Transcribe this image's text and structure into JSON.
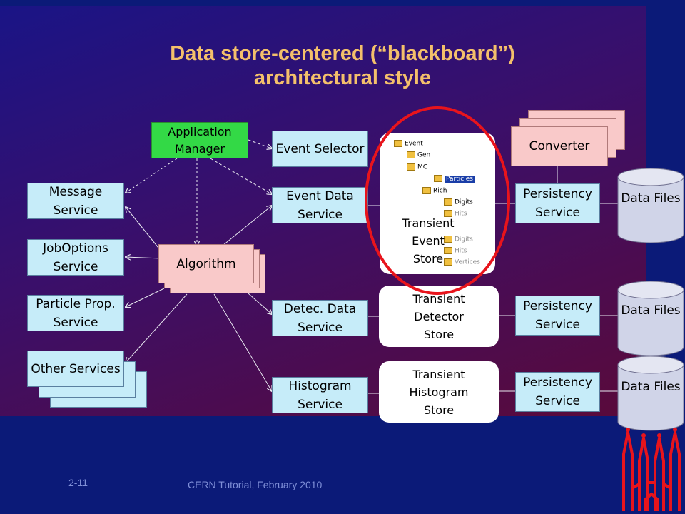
{
  "title": {
    "line1": "Data store-centered  (“blackboard”)",
    "line2": "architectural style"
  },
  "boxes": {
    "application_manager": "Application Manager",
    "event_selector": "Event Selector",
    "message_service": "Message Service",
    "joboptions_service": "JobOptions Service",
    "particle_prop_service": "Particle Prop. Service",
    "other_services": "Other Services",
    "algorithm": "Algorithm",
    "event_data_service": "Event Data Service",
    "detec_data_service": "Detec. Data Service",
    "histogram_service": "Histogram Service",
    "converter": "Converter",
    "persistency_service_1": "Persistency Service",
    "persistency_service_2": "Persistency Service",
    "persistency_service_3": "Persistency Service"
  },
  "stores": {
    "event": "Transient Event Store",
    "detector": "Transient Detector Store",
    "histogram": "Transient Histogram Store"
  },
  "tree": {
    "event": "Event",
    "gen": "Gen",
    "mc": "MC",
    "particles": "Particles",
    "rich": "Rich",
    "digits": "Digits",
    "hits": "Hits",
    "digits2": "Digits",
    "hits2": "Hits",
    "vertices": "Vertices"
  },
  "data_files": [
    "Data Files",
    "Data Files",
    "Data Files"
  ],
  "footer": {
    "slide_number": "2-11",
    "event": "CERN Tutorial, February 2010"
  },
  "colors": {
    "title": "#f4c06b",
    "service_box": "#c6ecf9",
    "app_manager": "#33d946",
    "algorithm": "#f9c9c9",
    "highlight_ellipse": "#e8141c",
    "logo": "#e8141c"
  },
  "icons": [
    "cathedral-logo-icon"
  ]
}
